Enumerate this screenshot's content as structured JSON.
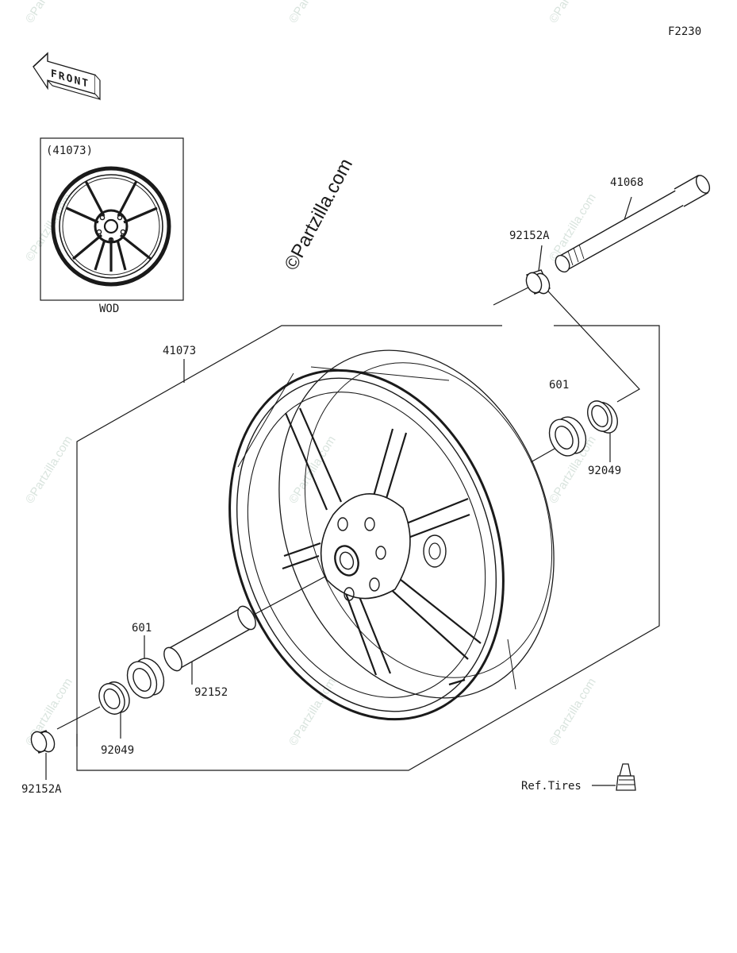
{
  "figure_code": "F2230",
  "front_arrow_label": "FRONT",
  "watermark_text": "©Partzilla.com",
  "inset": {
    "part_label": "(41073)",
    "caption": "WOD"
  },
  "parts": {
    "axle": "41068",
    "collar_top": "92152A",
    "wheel": "41073",
    "bearing_right": "601",
    "seal_right": "92049",
    "bearing_left": "601",
    "spacer": "92152",
    "seal_left": "92049",
    "collar_left": "92152A"
  },
  "ref_tires": "Ref.Tires",
  "colors": {
    "line": "#1a1a1a",
    "watermark": "#d9e4de"
  }
}
